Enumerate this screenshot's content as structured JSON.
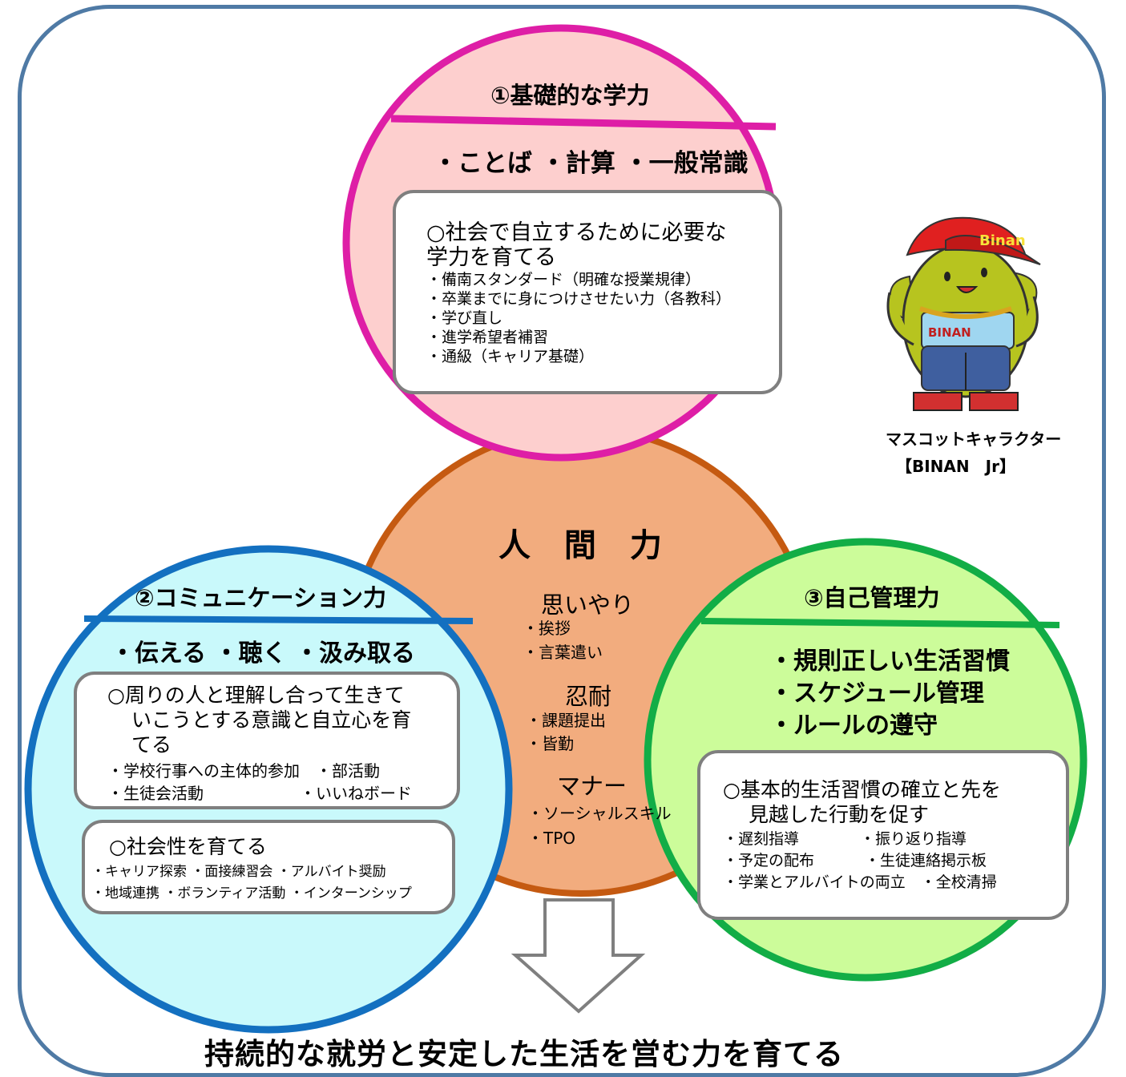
{
  "colors": {
    "frame": "#4f7aa5",
    "top_circle_fill": "#fdcfce",
    "top_circle_stroke": "#de1ea6",
    "center_fill": "#f2ac7e",
    "center_stroke": "#c55a11",
    "left_circle_fill": "#c9f9fb",
    "left_circle_stroke": "#1370c0",
    "right_circle_fill": "#ccfc9a",
    "right_circle_stroke": "#12ad46",
    "box_border": "#7f7f7f"
  },
  "top": {
    "title": "①基礎的な学力",
    "keywords": "・ことば ・計算 ・一般常識",
    "heading_line1": "○社会で自立するために必要な",
    "heading_line2": "学力を育てる",
    "items": [
      "・備南スタンダード（明確な授業規律）",
      "・卒業までに身につけさせたい力（各教科）",
      "・学び直し",
      "・進学希望者補習",
      "・通級（キャリア基礎）"
    ]
  },
  "center": {
    "title": "人 間 力",
    "groups": [
      {
        "head": "思いやり",
        "items": [
          "・挨拶",
          "・言葉遣い"
        ]
      },
      {
        "head": "忍耐",
        "items": [
          "・課題提出",
          "・皆勤"
        ]
      },
      {
        "head": "マナー",
        "items": [
          "・ソーシャルスキル",
          "・TPO"
        ]
      }
    ]
  },
  "left": {
    "title": "②コミュニケーション力",
    "keywords": "・伝える ・聴く ・汲み取る",
    "box1_line1": "○周りの人と理解し合って生きて",
    "box1_line2": "いこうとする意識と自立心を育",
    "box1_line3": "てる",
    "box1_items": [
      "・学校行事への主体的参加　・部活動",
      "・生徒会活動　　　　　　・いいねボード"
    ],
    "box2_heading": "○社会性を育てる",
    "box2_items": [
      "・キャリア探索 ・面接練習会 ・アルバイト奨励",
      "・地域連携 ・ボランティア活動 ・インターンシップ"
    ]
  },
  "right": {
    "title": "③自己管理力",
    "keywords": [
      "・規則正しい生活習慣",
      "・スケジュール管理",
      "・ルールの遵守"
    ],
    "heading_line1": "○基本的生活習慣の確立と先を",
    "heading_line2": "見越した行動を促す",
    "items": [
      "・遅刻指導　　　　・振り返り指導",
      "・予定の配布　　　 ・生徒連絡掲示板",
      "・学業とアルバイトの両立　・全校清掃"
    ]
  },
  "mascot": {
    "caption_line1": "マスコットキャラクター",
    "caption_line2": "【BINAN　Jr】",
    "cap_text": "Binan",
    "shirt_text": "BINAN"
  },
  "bottom": {
    "goal": "持続的な就労と安定した生活を営む力を育てる"
  }
}
